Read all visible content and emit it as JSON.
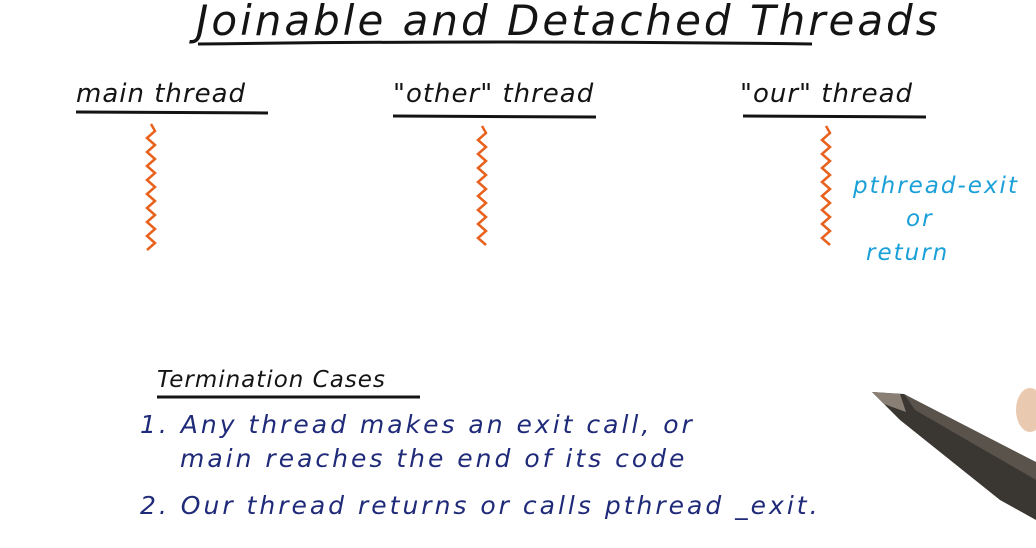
{
  "title": "Joinable and Detached Threads",
  "columns": [
    {
      "label": "main thread"
    },
    {
      "label": "\"other\" thread"
    },
    {
      "label": "\"our\" thread"
    }
  ],
  "annotation": {
    "line1": "pthread-exit",
    "line2": "or",
    "line3": "return"
  },
  "termination": {
    "heading": "Termination Cases",
    "case1_line1": "1. Any thread makes an exit call, or",
    "case1_line2": "main reaches the end of its code",
    "case2": "2. Our thread returns or calls pthread _exit."
  },
  "colors": {
    "thread_line": "#e8621e",
    "annotation": "#1aa0d8",
    "cases": "#1f2a78",
    "ink": "#141414"
  }
}
